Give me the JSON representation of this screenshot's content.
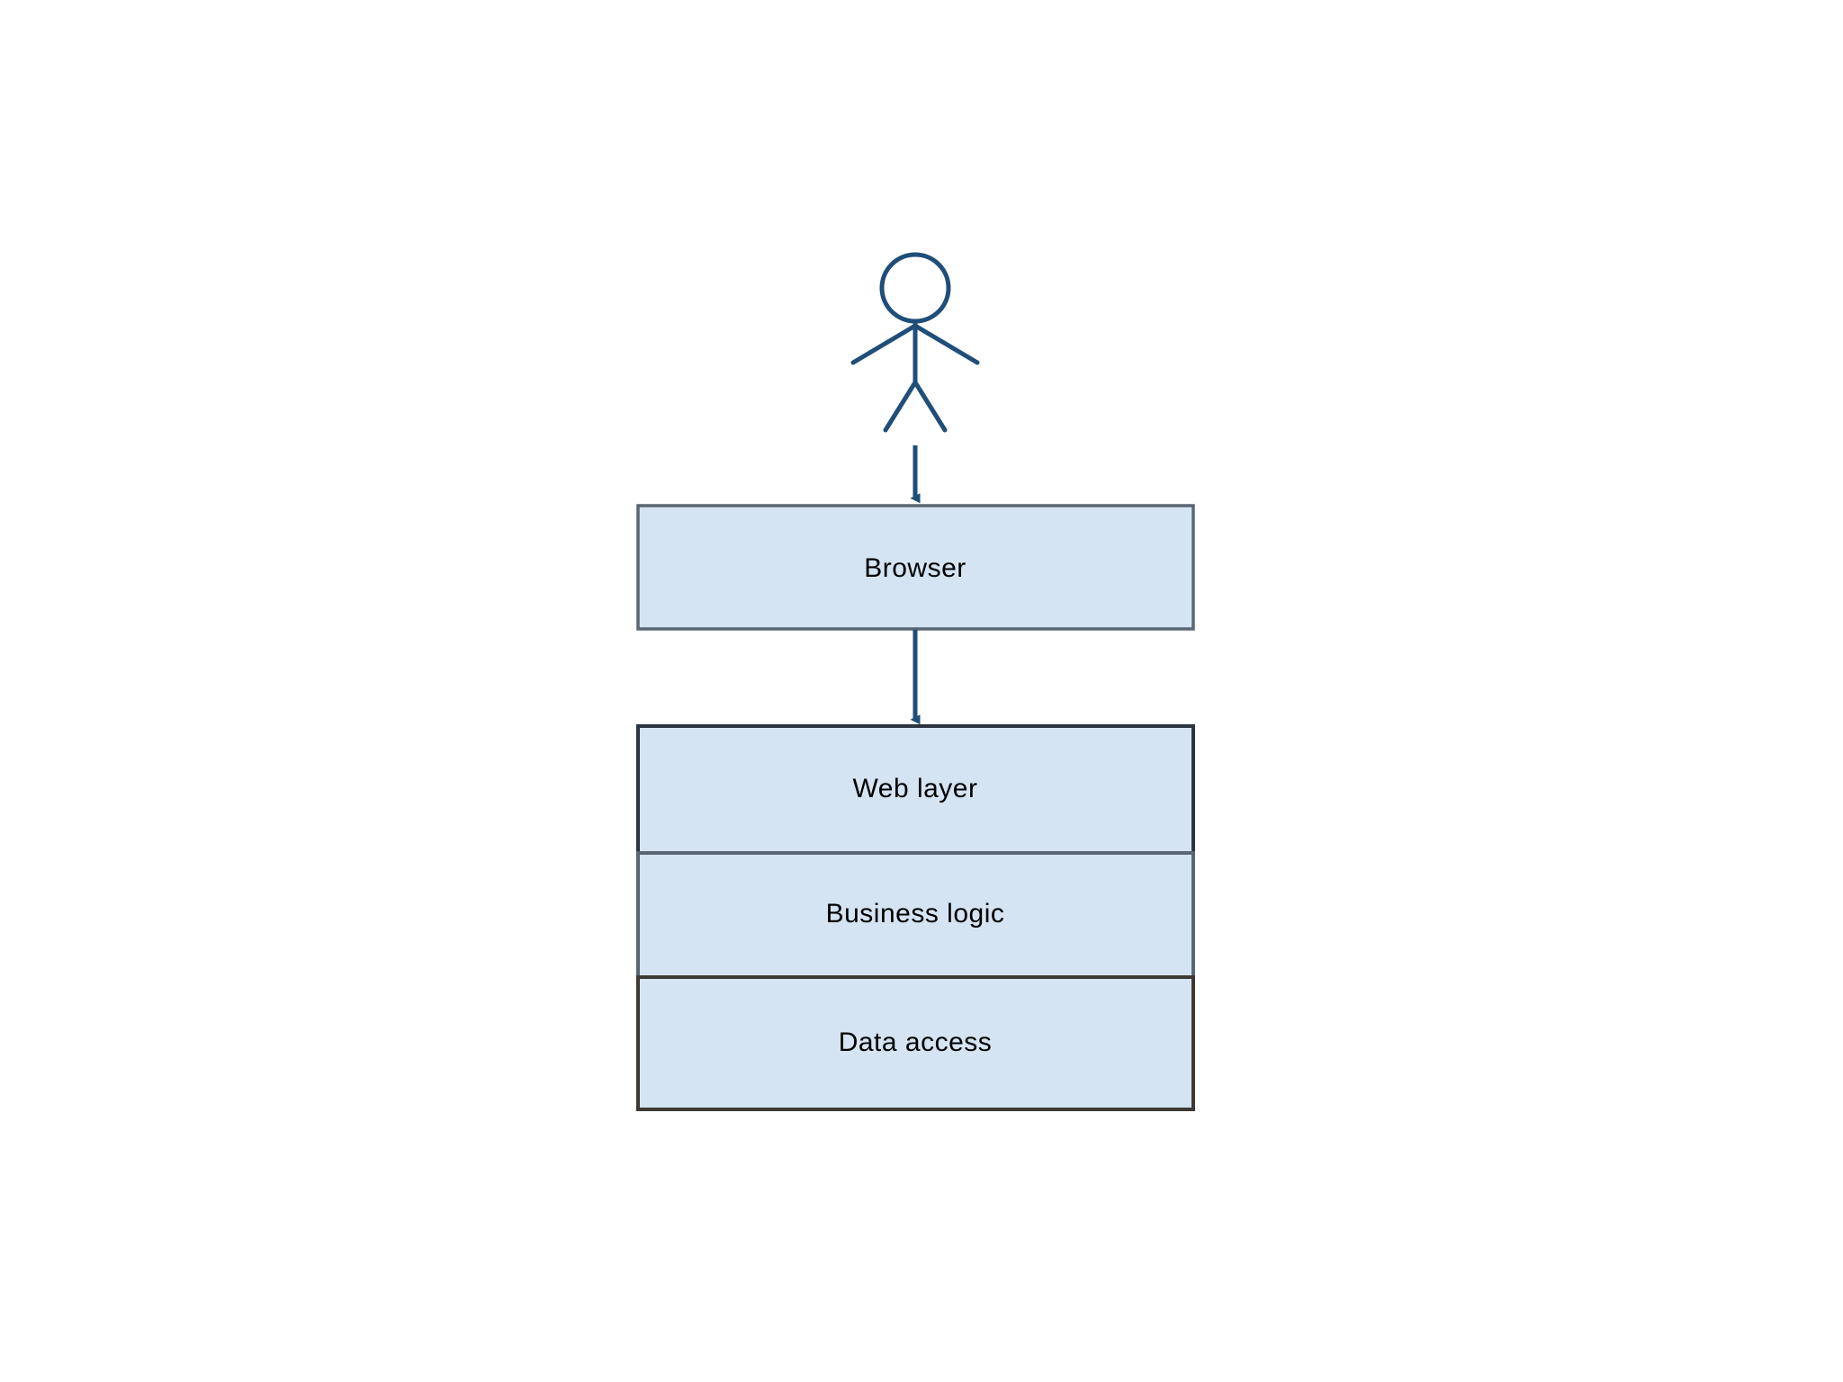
{
  "diagram": {
    "type": "layered-architecture",
    "background_color": "#ffffff",
    "actor": {
      "name": "user-actor",
      "shape": "stick-figure",
      "stroke_color": "#1f4e79",
      "label": ""
    },
    "nodes": [
      {
        "id": "browser",
        "label": "Browser",
        "fill_color": "#d4e4f2",
        "border_color": "#5a6673",
        "text_color": "#000000"
      },
      {
        "id": "web-layer",
        "label": "Web layer",
        "fill_color": "#d4e4f2",
        "border_color": "#2b3440",
        "text_color": "#000000"
      },
      {
        "id": "business-logic",
        "label": "Business logic",
        "fill_color": "#d4e4f2",
        "border_color": "#5a6673",
        "text_color": "#000000"
      },
      {
        "id": "data-access",
        "label": "Data access",
        "fill_color": "#d4e4f2",
        "border_color": "#3d3935",
        "text_color": "#000000"
      }
    ],
    "connectors": [
      {
        "id": "actor-to-browser",
        "from": "user-actor",
        "to": "browser",
        "style": "solid-arrow",
        "color": "#1f4e79"
      },
      {
        "id": "browser-to-web-layer",
        "from": "browser",
        "to": "web-layer",
        "style": "solid-arrow",
        "color": "#1f4e79"
      }
    ]
  }
}
